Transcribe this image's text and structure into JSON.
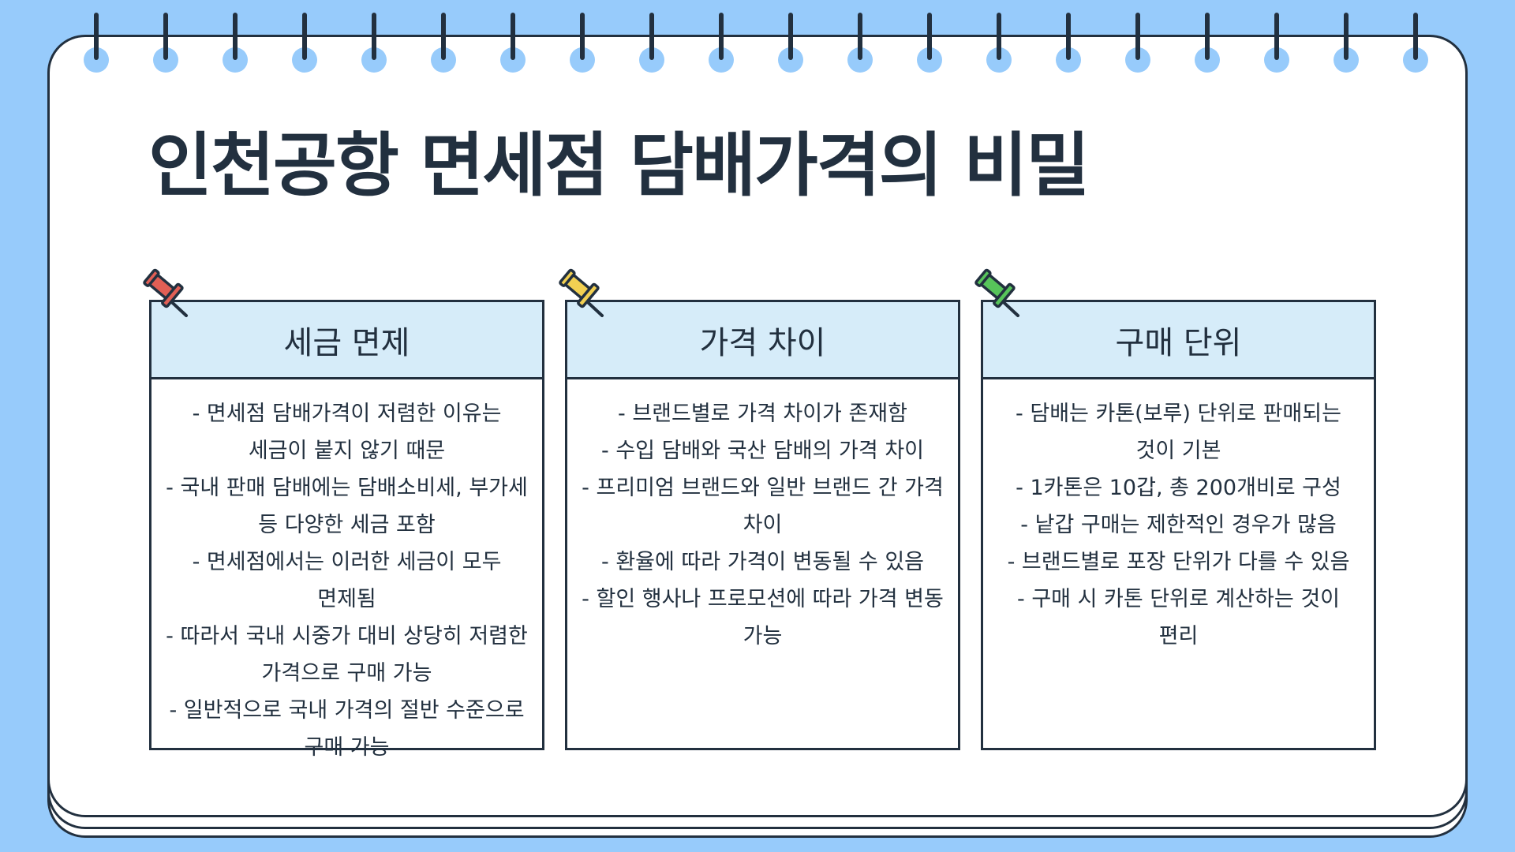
{
  "title": "인천공항 면세점 담배가격의 비밀",
  "colors": {
    "background": "#97CBFB",
    "ink": "#22303F",
    "card_header": "#D6ECF9",
    "pin_red": "#E15F55",
    "pin_yellow": "#F2D052",
    "pin_green": "#57C45A"
  },
  "cards": [
    {
      "title": "세금 면제",
      "pin": "red-pushpin-icon",
      "items": [
        "- 면세점 담배가격이 저렴한 이유는 세금이 붙지 않기 때문",
        "- 국내 판매 담배에는 담배소비세, 부가세 등 다양한 세금 포함",
        "- 면세점에서는 이러한 세금이 모두 면제됨",
        "- 따라서 국내 시중가 대비 상당히 저렴한 가격으로 구매 가능",
        "- 일반적으로 국내 가격의 절반 수준으로 구매 가능"
      ]
    },
    {
      "title": "가격 차이",
      "pin": "yellow-pushpin-icon",
      "items": [
        "- 브랜드별로 가격 차이가 존재함",
        "- 수입 담배와 국산 담배의 가격 차이",
        "- 프리미엄 브랜드와 일반 브랜드 간 가격 차이",
        "- 환율에 따라 가격이 변동될 수 있음",
        "- 할인 행사나 프로모션에 따라 가격 변동 가능"
      ]
    },
    {
      "title": "구매 단위",
      "pin": "green-pushpin-icon",
      "items": [
        "- 담배는 카톤(보루) 단위로 판매되는 것이 기본",
        "- 1카톤은 10갑, 총 200개비로 구성",
        "- 낱갑 구매는 제한적인 경우가 많음",
        "- 브랜드별로 포장 단위가 다를 수 있음",
        "- 구매 시 카톤 단위로 계산하는 것이 편리"
      ]
    }
  ]
}
